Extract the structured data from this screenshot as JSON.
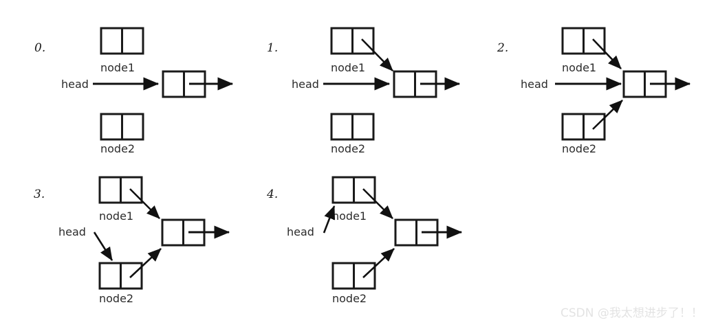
{
  "figure": {
    "title": "Linked list node insertion steps",
    "background_color": "#ffffff",
    "stroke_color": "#1a1a1a",
    "text_color": "#2b2b2b",
    "watermark_color": "#e3e3e3"
  },
  "labels": {
    "node1": "node1",
    "node2": "node2",
    "head": "head"
  },
  "panels": [
    {
      "id": "panel-0",
      "number": "0.",
      "node1_label": "node1",
      "node2_label": "node2",
      "head_label": "head",
      "node1_arrow": false,
      "node2_arrow": false,
      "head_target": "list-node"
    },
    {
      "id": "panel-1",
      "number": "1.",
      "node1_label": "node1",
      "node2_label": "node2",
      "head_label": "head",
      "node1_arrow": true,
      "node2_arrow": false,
      "head_target": "list-node"
    },
    {
      "id": "panel-2",
      "number": "2.",
      "node1_label": "node1",
      "node2_label": "node2",
      "head_label": "head",
      "node1_arrow": true,
      "node2_arrow": true,
      "head_target": "list-node"
    },
    {
      "id": "panel-3",
      "number": "3.",
      "node1_label": "node1",
      "node2_label": "node2",
      "head_label": "head",
      "node1_arrow": true,
      "node2_arrow": true,
      "head_target": "node2"
    },
    {
      "id": "panel-4",
      "number": "4.",
      "node1_label": "node1",
      "node2_label": "node2",
      "head_label": "head",
      "node1_arrow": true,
      "node2_arrow": true,
      "head_target": "node1"
    }
  ],
  "watermark": {
    "text": "CSDN @我太想进步了！！"
  }
}
